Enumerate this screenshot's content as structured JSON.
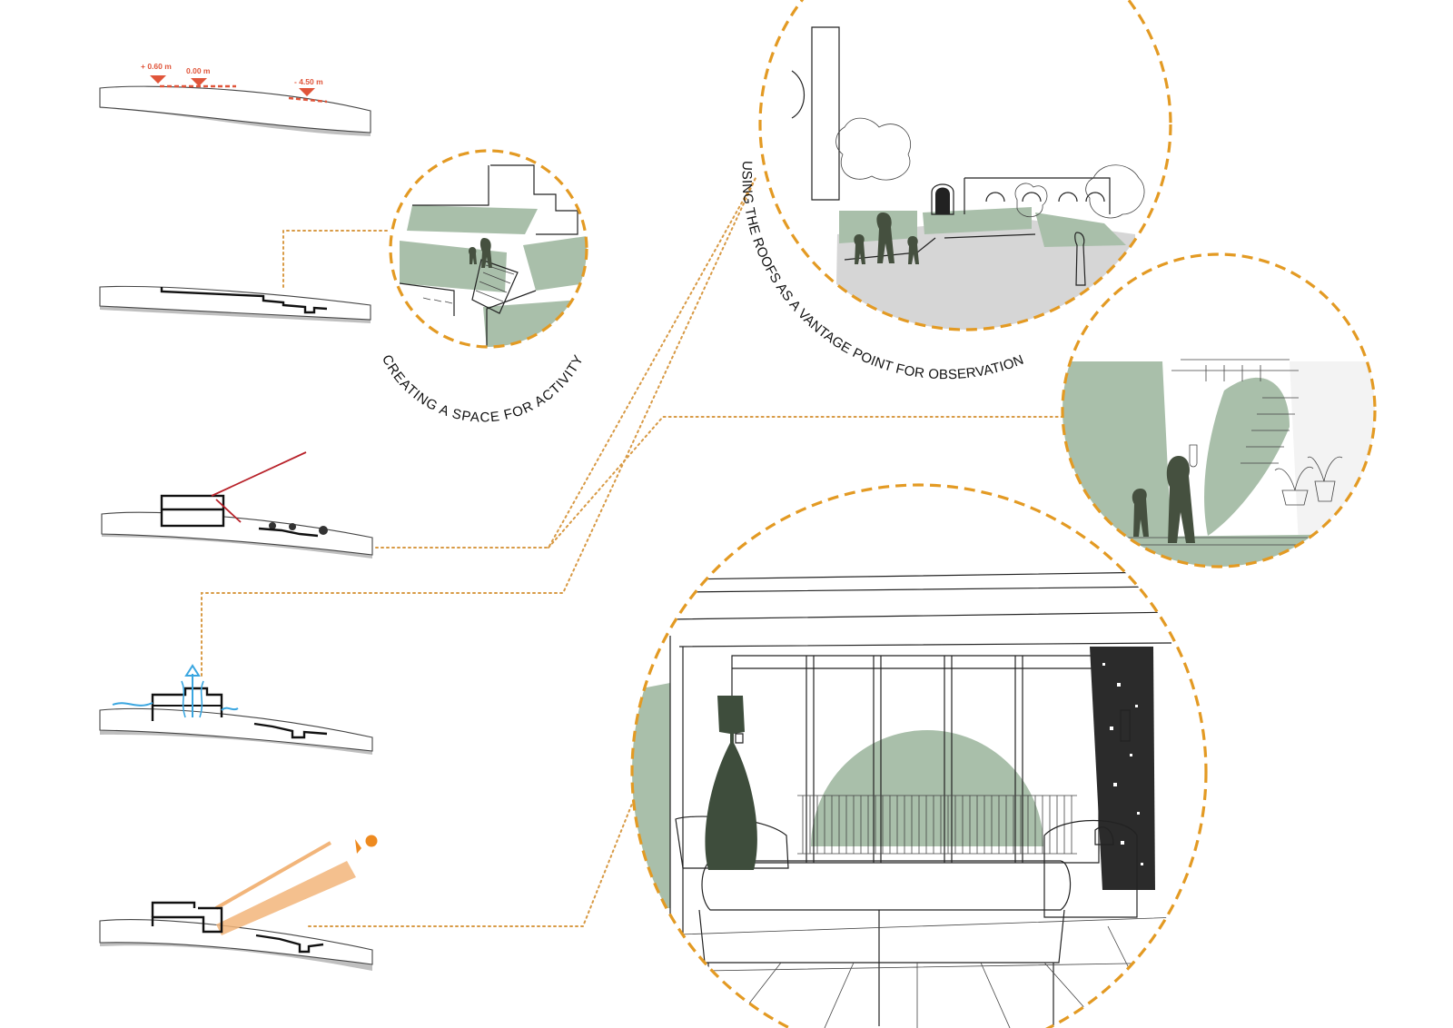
{
  "diagram": {
    "levels": [
      {
        "label": "+ 0.60 m"
      },
      {
        "label": "0.00 m"
      },
      {
        "label": "- 4.50 m"
      }
    ],
    "captions": {
      "activity": "CREATING A SPACE FOR ACTIVITY",
      "roofs": "USING THE ROOFS AS A VANTAGE POINT FOR OBSERVATION"
    },
    "colors": {
      "accent_orange": "#e39a23",
      "marker_red": "#e0553a",
      "sage_green": "#a9bfaa",
      "wind_blue": "#3aa6e0",
      "sun_orange": "#f2b57a"
    }
  }
}
